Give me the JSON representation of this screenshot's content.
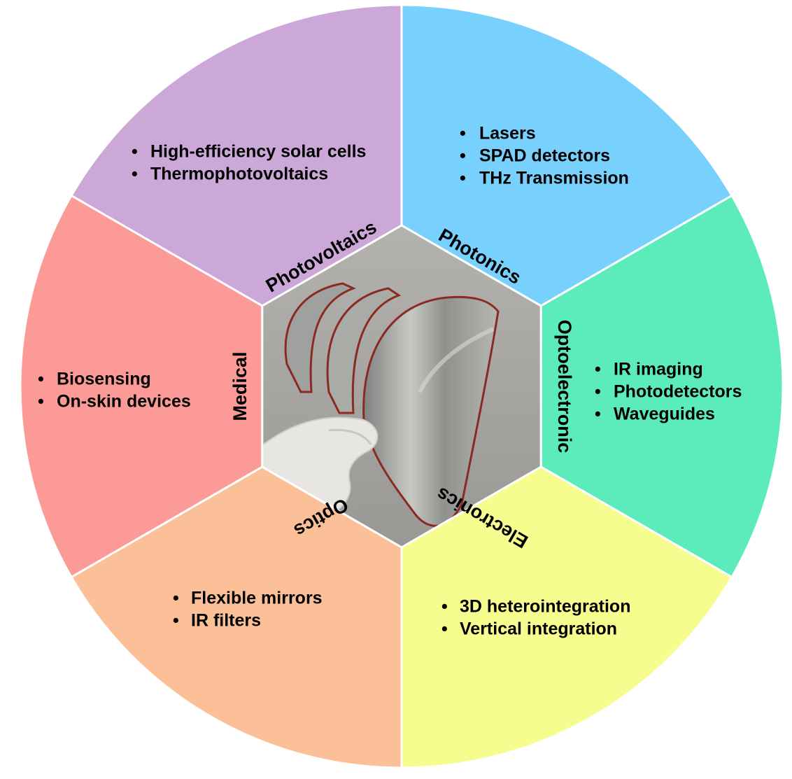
{
  "diagram": {
    "sectors": [
      {
        "id": "photovoltaics",
        "label": "Photovoltaics",
        "color": "#cca8d9",
        "items": [
          "High-efficiency solar cells",
          "Thermophotovoltaics"
        ]
      },
      {
        "id": "photonics",
        "label": "Photonics",
        "color": "#78d1fc",
        "items": [
          "Lasers",
          "SPAD detectors",
          "THz Transmission"
        ]
      },
      {
        "id": "optoelectronic",
        "label": "Optoelectronic",
        "color": "#5cebbb",
        "items": [
          "IR imaging",
          "Photodetectors",
          "Waveguides"
        ]
      },
      {
        "id": "electronics",
        "label": "Electronics",
        "color": "#f6fc8d",
        "items": [
          "3D heterointegration",
          "Vertical integration"
        ]
      },
      {
        "id": "optics",
        "label": "Optics",
        "color": "#fcc098",
        "items": [
          "Flexible mirrors",
          "IR filters"
        ]
      },
      {
        "id": "medical",
        "label": "Medical",
        "color": "#fc9a97",
        "items": [
          "Biosensing",
          "On-skin devices"
        ]
      }
    ],
    "bullet_glyph": "•",
    "center_photo": {
      "description_icon": "flexible-wafer-photo",
      "background_color": "#a9a7a4",
      "film_color": "#9ea19d",
      "edge_color": "#8a2a22",
      "glove_color": "#e8e6e2"
    }
  }
}
